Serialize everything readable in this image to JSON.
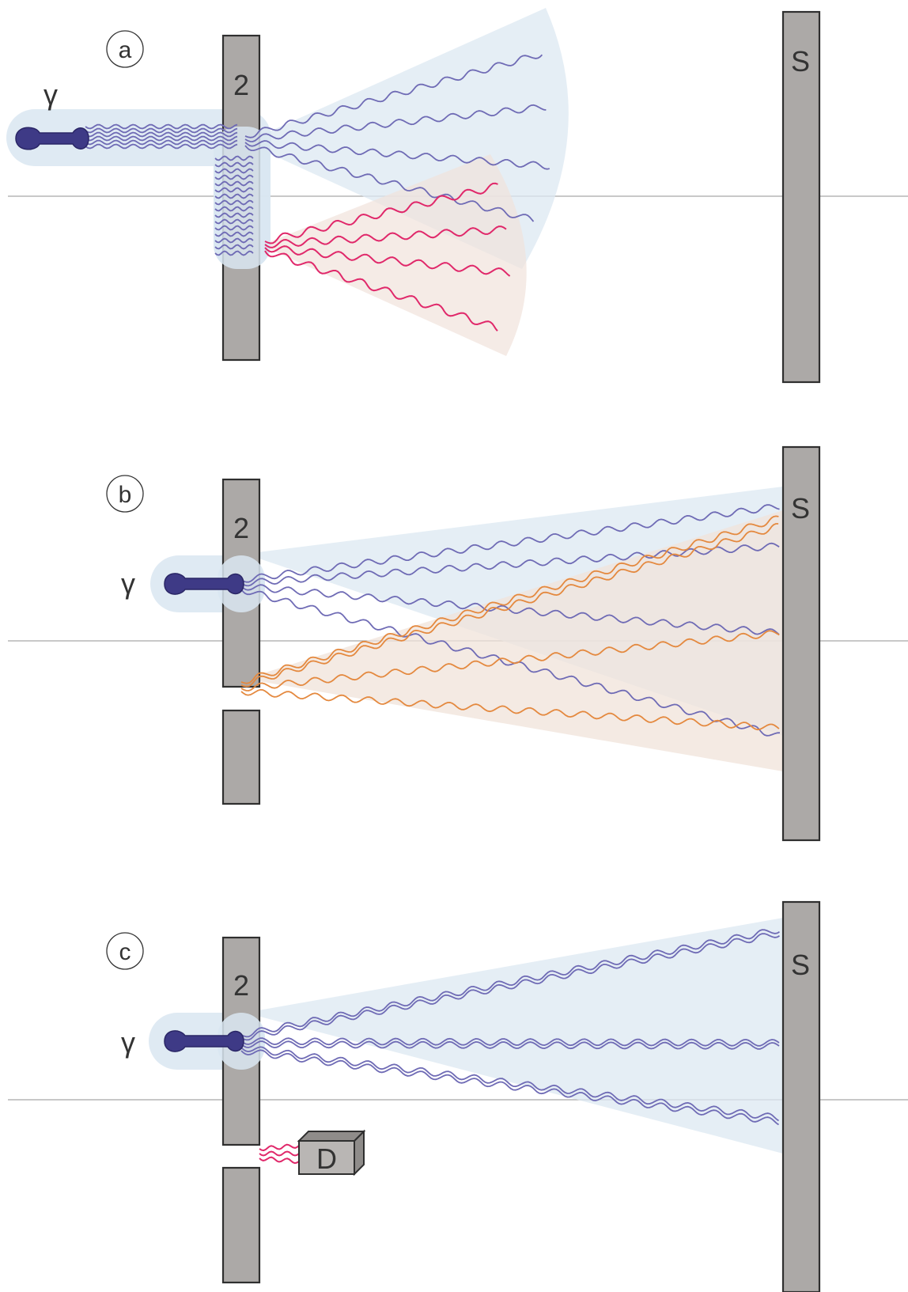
{
  "panels": [
    {
      "id": "a",
      "label": "a",
      "photon": "γ",
      "slit": "2",
      "screen": "S"
    },
    {
      "id": "b",
      "label": "b",
      "photon": "γ",
      "slit": "2",
      "screen": "S"
    },
    {
      "id": "c",
      "label": "c",
      "photon": "γ",
      "slit": "2",
      "screen": "S",
      "detector": "D"
    }
  ],
  "colors": {
    "wave_blue": "#6f6bb5",
    "wave_red": "#e0286a",
    "wave_orange": "#e4893f",
    "fan_blue": "#dce8f2",
    "fan_warm": "#f1e2dc",
    "bar": "#aca9a7",
    "photon": "#3e3a86"
  }
}
